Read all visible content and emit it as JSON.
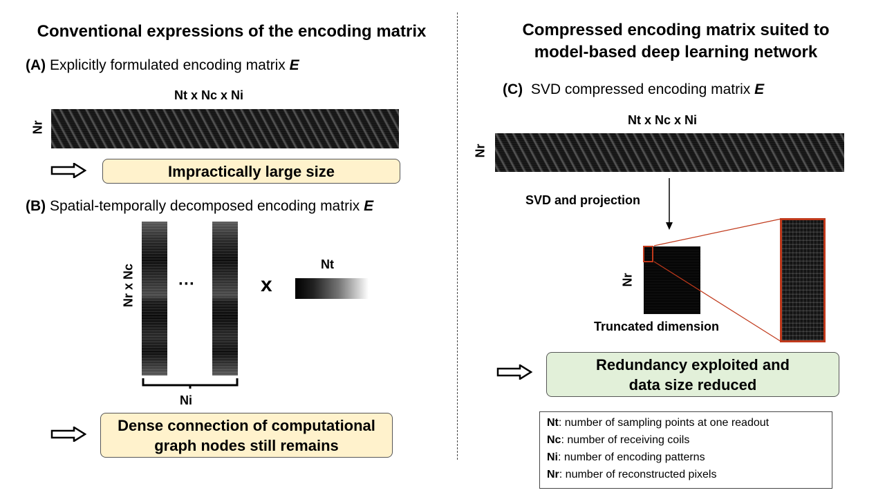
{
  "left": {
    "title": "Conventional expressions of the encoding matrix",
    "a": {
      "tag": "(A)",
      "text": "Explicitly formulated encoding matrix ",
      "var": "E",
      "dim_top": "Nt x Nc x Ni",
      "dim_side": "Nr",
      "result": "Impractically large size"
    },
    "b": {
      "tag": "(B)",
      "text": "Spatial-temporally decomposed encoding matrix ",
      "var": "E",
      "dim_side": "Nr x Nc",
      "dots": "···",
      "times": "x",
      "dim_nt": "Nt",
      "dim_bottom": "Ni",
      "result_line1": "Dense connection of computational",
      "result_line2": "graph nodes still remains"
    }
  },
  "right": {
    "title_line1": "Compressed encoding matrix suited to",
    "title_line2": "model-based deep learning network",
    "c": {
      "tag": "(C)",
      "text": "SVD compressed encoding matrix ",
      "var": "E",
      "dim_top": "Nt x Nc x Ni",
      "dim_side": "Nr",
      "step": "SVD and projection",
      "dim_side2": "Nr",
      "truncated": "Truncated dimension",
      "result_line1": "Redundancy exploited and",
      "result_line2": "data size reduced"
    },
    "legend": [
      {
        "key": "Nt",
        "desc": ": number of sampling points at one readout"
      },
      {
        "key": "Nc",
        "desc": ": number of receiving coils"
      },
      {
        "key": "Ni",
        "desc": ": number of encoding patterns"
      },
      {
        "key": "Nr",
        "desc": ": number of reconstructed pixels"
      }
    ]
  },
  "colors": {
    "yellow_box": "#fff2cc",
    "green_box": "#e2f0d9",
    "zoom_border": "#c0391b"
  }
}
